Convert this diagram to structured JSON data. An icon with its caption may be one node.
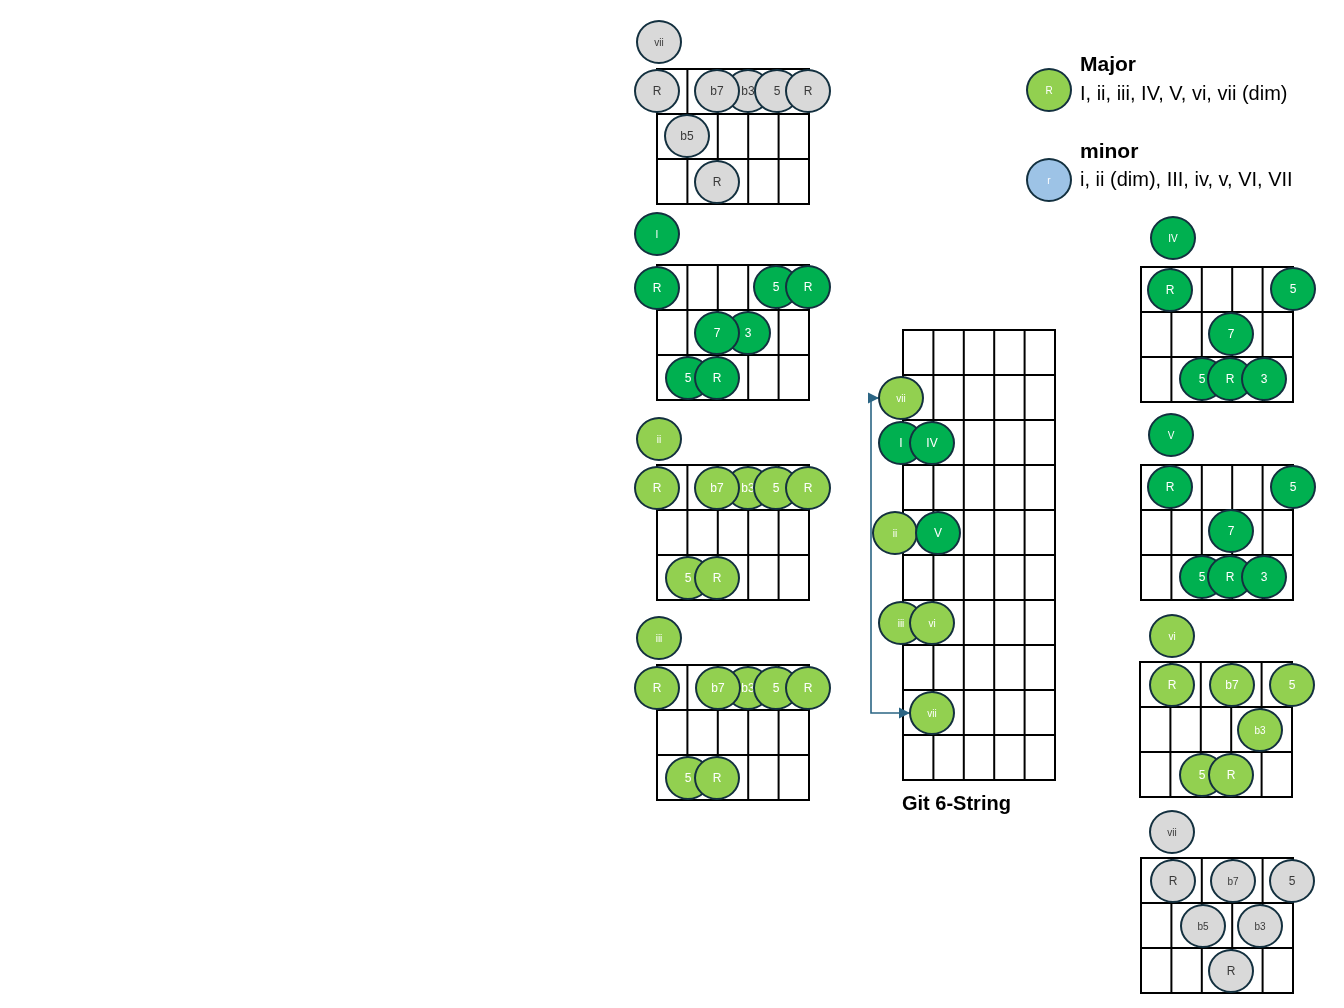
{
  "diagram": {
    "nodes": [
      {
        "text": [
          "vii"
        ]
      },
      {
        "text": [
          "R"
        ]
      },
      {
        "text": [
          "b7"
        ]
      },
      {
        "text": [
          "b3"
        ]
      },
      {
        "text": [
          "5"
        ]
      },
      {
        "text": [
          "R"
        ]
      },
      {
        "text": [
          "b5"
        ]
      },
      {
        "text": [
          "R"
        ]
      },
      {
        "text": [
          "I"
        ]
      },
      {
        "text": [
          "R"
        ]
      },
      {
        "text": [
          "5"
        ]
      },
      {
        "text": [
          "R"
        ]
      },
      {
        "text": [
          "7"
        ]
      },
      {
        "text": [
          "3"
        ]
      },
      {
        "text": [
          "5"
        ]
      },
      {
        "text": [
          "R"
        ]
      },
      {
        "text": [
          "ii"
        ]
      },
      {
        "text": [
          "R"
        ]
      },
      {
        "text": [
          "b7"
        ]
      },
      {
        "text": [
          "b3"
        ]
      },
      {
        "text": [
          "5"
        ]
      },
      {
        "text": [
          "R"
        ]
      },
      {
        "text": [
          "5"
        ]
      },
      {
        "text": [
          "R"
        ]
      },
      {
        "text": [
          "iii"
        ]
      },
      {
        "text": [
          "R"
        ]
      },
      {
        "text": [
          "b7"
        ]
      },
      {
        "text": [
          "b3"
        ]
      },
      {
        "text": [
          "5"
        ]
      },
      {
        "text": [
          "R"
        ]
      },
      {
        "text": [
          "5"
        ]
      },
      {
        "text": [
          "R"
        ]
      },
      {
        "text": [
          "vii"
        ]
      },
      {
        "text": [
          "I"
        ]
      },
      {
        "text": [
          "IV"
        ]
      },
      {
        "text": [
          "ii"
        ]
      },
      {
        "text": [
          "V"
        ]
      },
      {
        "text": [
          "iii"
        ]
      },
      {
        "text": [
          "vi"
        ]
      },
      {
        "text": [
          "vii"
        ]
      },
      {
        "text": [
          "IV"
        ]
      },
      {
        "text": [
          "R"
        ]
      },
      {
        "text": [
          "5"
        ]
      },
      {
        "text": [
          "7"
        ]
      },
      {
        "text": [
          "5"
        ]
      },
      {
        "text": [
          "R"
        ]
      },
      {
        "text": [
          "3"
        ]
      },
      {
        "text": [
          "V"
        ]
      },
      {
        "text": [
          "R"
        ]
      },
      {
        "text": [
          "5"
        ]
      },
      {
        "text": [
          "7"
        ]
      },
      {
        "text": [
          "5"
        ]
      },
      {
        "text": [
          "R"
        ]
      },
      {
        "text": [
          "3"
        ]
      },
      {
        "text": [
          "vi"
        ]
      },
      {
        "text": [
          "R"
        ]
      },
      {
        "text": [
          "b7"
        ]
      },
      {
        "text": [
          "5"
        ]
      },
      {
        "text": [
          "b3"
        ]
      },
      {
        "text": [
          "5"
        ]
      },
      {
        "text": [
          "R"
        ]
      },
      {
        "text": [
          "vii"
        ]
      },
      {
        "text": [
          "R"
        ]
      },
      {
        "text": [
          "b7"
        ]
      },
      {
        "text": [
          "5"
        ]
      },
      {
        "text": [
          "b5"
        ]
      },
      {
        "text": [
          "b3"
        ]
      },
      {
        "text": [
          "R"
        ]
      }
    ],
    "edges": [
      {
        "from": 39,
        "to": 32,
        "arrow": "both"
      }
    ],
    "labels": [
      "R",
      "I, ii, iii, IV, V, vi, vii (dim)",
      "r",
      "i, ii (dim), III, iv, v, VI, VII",
      "Git 6-String"
    ],
    "legend": [
      {
        "text": "Major",
        "color": "#92d050"
      },
      {
        "text": "minor",
        "color": "#9dc3e6"
      }
    ]
  }
}
